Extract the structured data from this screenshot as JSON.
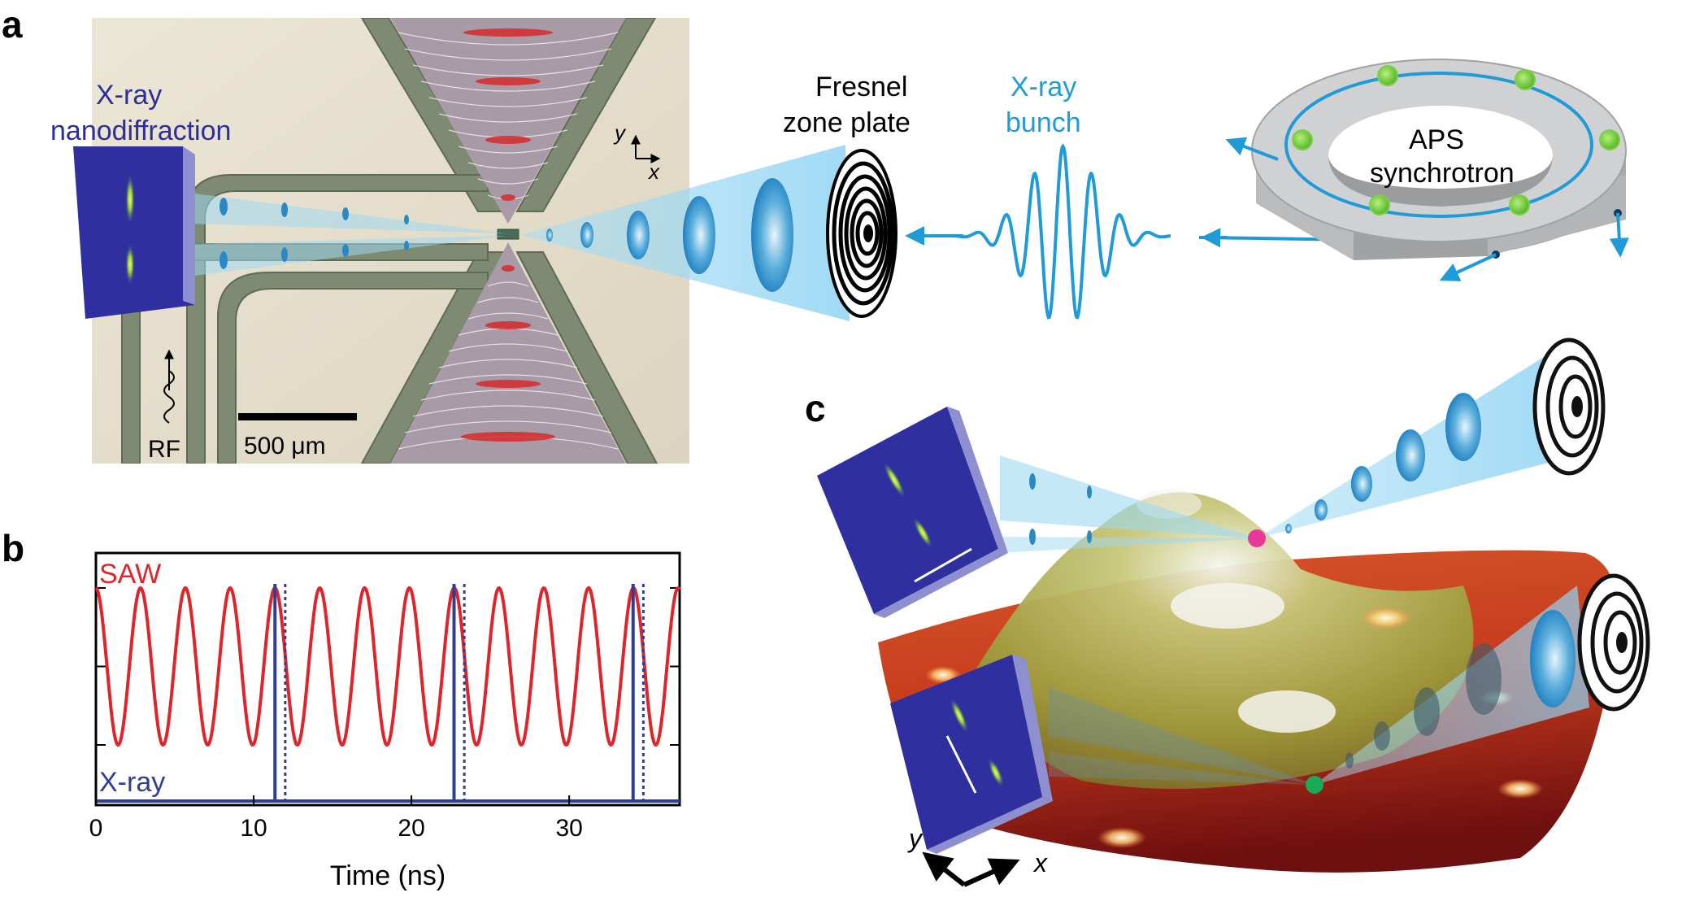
{
  "panel_a": {
    "letter": "a",
    "detector_label_line1": "X-ray",
    "detector_label_line2": "nanodiffraction",
    "rf_label": "RF",
    "scale_bar_label": "500 μm",
    "axis_y": "y",
    "axis_x": "x",
    "zone_plate_label_line1": "Fresnel",
    "zone_plate_label_line2": "zone plate",
    "bunch_label_line1": "X-ray",
    "bunch_label_line2": "bunch",
    "synchrotron_label_line1": "APS",
    "synchrotron_label_line2": "synchrotron"
  },
  "panel_b": {
    "letter": "b",
    "saw_label": "SAW",
    "xray_label": "X-ray",
    "colors": {
      "saw": "#e0242b",
      "xray": "#2e3f93"
    },
    "chart_data": {
      "type": "line",
      "xlabel": "Time (ns)",
      "ylabel": "",
      "xlim": [
        0,
        37
      ],
      "x_ticks": [
        "0",
        "10",
        "20",
        "30"
      ],
      "series": [
        {
          "name": "SAW",
          "kind": "sinusoid",
          "period_ns": 2.84,
          "peaks_at_ns": [
            11.35,
            22.7,
            34.05
          ]
        },
        {
          "name": "X-ray",
          "kind": "pulses",
          "pulse_times_ns": [
            11.35,
            22.7,
            34.05
          ],
          "dotted_times_ns": [
            12.0,
            23.35,
            34.7
          ]
        }
      ]
    }
  },
  "panel_c": {
    "letter": "c",
    "axis_y": "y",
    "axis_x": "x"
  }
}
